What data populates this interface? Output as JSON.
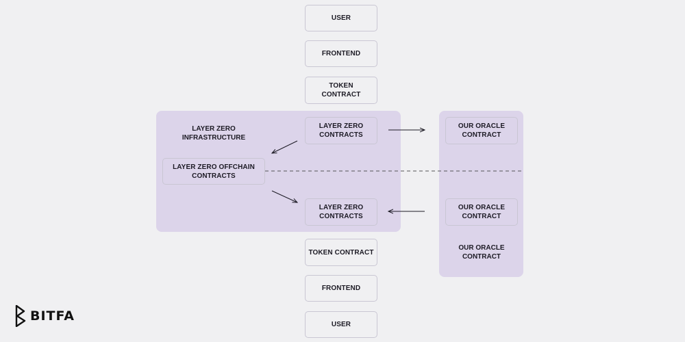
{
  "nodes": {
    "user_top": "USER",
    "frontend_top": "FRONTEND",
    "token_contract_top": "TOKEN\nCONTRACT",
    "lz_contracts_top": "LAYER ZERO\nCONTRACTS",
    "lz_infrastructure": "LAYER ZERO\nINFRASTRUCTURE",
    "lz_offchain": "LAYER ZERO  OFFCHAIN\nCONTRACTS",
    "lz_contracts_bottom": "LAYER ZERO\nCONTRACTS",
    "oracle_top": "OUR ORACLE\nCONTRACT",
    "oracle_mid": "OUR ORACLE\nCONTRACT",
    "oracle_bottom": "OUR ORACLE\nCONTRACT",
    "token_contract_bottom": "TOKEN CONTRACT",
    "frontend_bottom": "FRONTEND",
    "user_bottom": "USER"
  },
  "brand": {
    "name": "BITFA"
  },
  "colors": {
    "panel": "#dcd4ea",
    "background": "#f0f0f2",
    "text": "#1c1a24"
  }
}
